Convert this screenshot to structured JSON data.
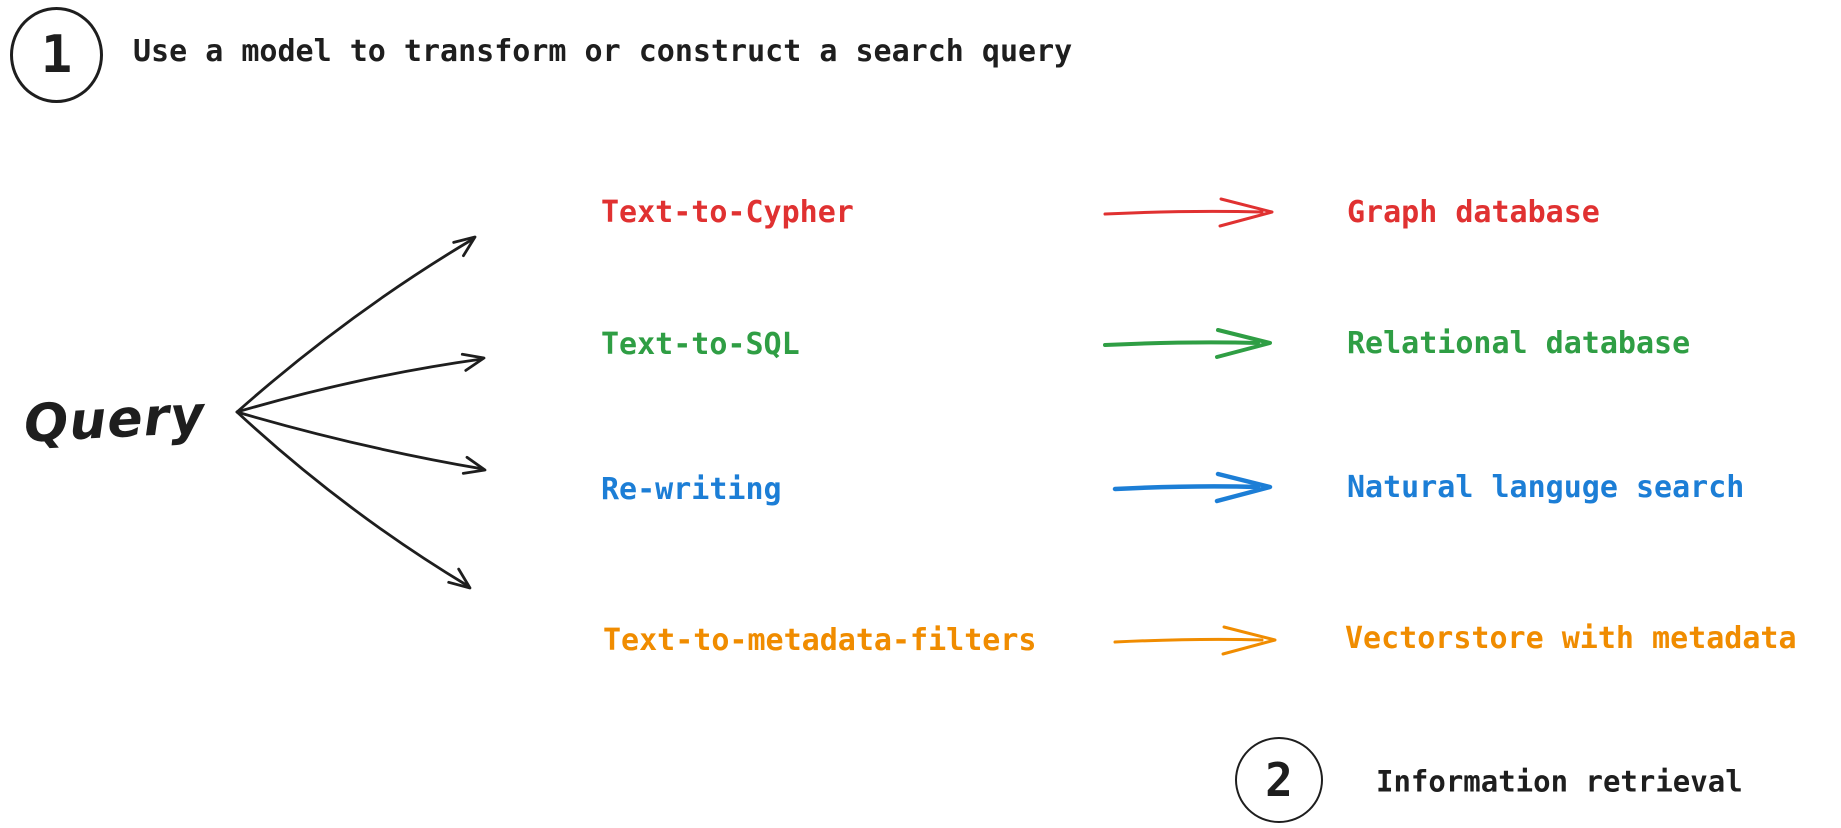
{
  "step_1": {
    "number": "1",
    "title": "Use a model to transform or construct a search query"
  },
  "query_node": {
    "label": "Query"
  },
  "branches": [
    {
      "method": "Text-to-Cypher",
      "target": "Graph database",
      "color": "#e03131"
    },
    {
      "method": "Text-to-SQL",
      "target": "Relational database",
      "color": "#2f9e44"
    },
    {
      "method": "Re-writing",
      "target": "Natural languge search",
      "color": "#1c7ed6"
    },
    {
      "method": "Text-to-metadata-filters",
      "target": "Vectorstore with metadata",
      "color": "#f08c00"
    }
  ],
  "step_2": {
    "number": "2",
    "title": "Information retrieval"
  },
  "colors": {
    "ink": "#1e1e1e",
    "background": "#ffffff"
  }
}
